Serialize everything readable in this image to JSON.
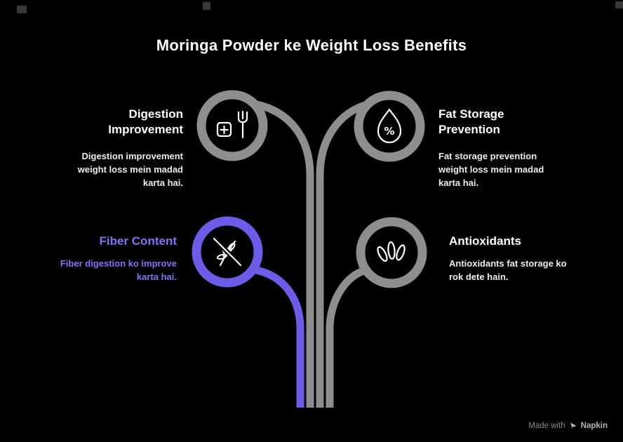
{
  "title": "Moringa Powder ke Weight Loss Benefits",
  "colors": {
    "background": "#000000",
    "branch_gray": "#8e8e8e",
    "branch_purple": "#6c5ce7",
    "text_white": "#ffffff",
    "text_soft": "#ededed",
    "text_purple": "#8273f3",
    "icon_white": "#ffffff",
    "footer_gray": "#8a8a8a"
  },
  "nodes": [
    {
      "id": "digestion",
      "title": "Digestion Improvement",
      "description": "Digestion improvement weight loss mein madad karta hai.",
      "icon": "medical-nutrition-icon",
      "branch_color": "gray",
      "position": "top-left"
    },
    {
      "id": "fat-storage",
      "title": "Fat Storage Prevention",
      "description": "Fat storage prevention weight loss mein madad karta hai.",
      "icon": "droplet-percent-icon",
      "icon_text": "%",
      "branch_color": "gray",
      "position": "top-right"
    },
    {
      "id": "fiber",
      "title": "Fiber Content",
      "description": "Fiber digestion ko improve karta hai.",
      "icon": "wheat-slash-icon",
      "branch_color": "purple",
      "position": "middle-left"
    },
    {
      "id": "antioxidants",
      "title": "Antioxidants",
      "description": "Antioxidants fat storage ko rok dete hain.",
      "icon": "seeds-icon",
      "branch_color": "gray",
      "position": "middle-right"
    }
  ],
  "footer": {
    "made_with": "Made with",
    "brand": "Napkin"
  }
}
